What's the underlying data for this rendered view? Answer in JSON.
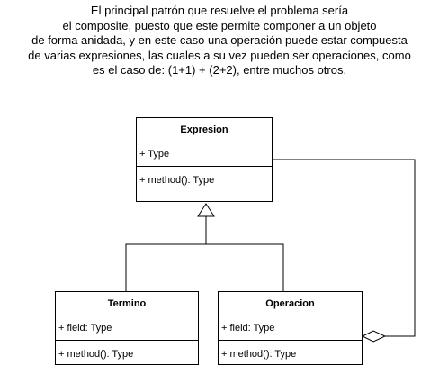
{
  "description": {
    "lines": [
      "El principal patrón que resuelve el problema sería",
      "el composite, puesto que este permite componer a un objeto",
      "de forma anidada, y en este caso una operación puede estar compuesta",
      "de varias expresiones, las cuales a su vez pueden ser operaciones, como",
      "es el caso de: (1+1) + (2+2), entre muchos otros."
    ]
  },
  "classes": {
    "expresion": {
      "name": "Expresion",
      "attribute": "+ Type",
      "method": "+ method(): Type"
    },
    "termino": {
      "name": "Termino",
      "attribute": "+ field: Type",
      "method": "+ method(): Type"
    },
    "operacion": {
      "name": "Operacion",
      "attribute": "+ field: Type",
      "method": "+ method(): Type"
    }
  },
  "relationships": [
    {
      "type": "generalization",
      "from": "Termino",
      "to": "Expresion"
    },
    {
      "type": "generalization",
      "from": "Operacion",
      "to": "Expresion"
    },
    {
      "type": "aggregation",
      "from": "Operacion",
      "to": "Expresion"
    }
  ]
}
